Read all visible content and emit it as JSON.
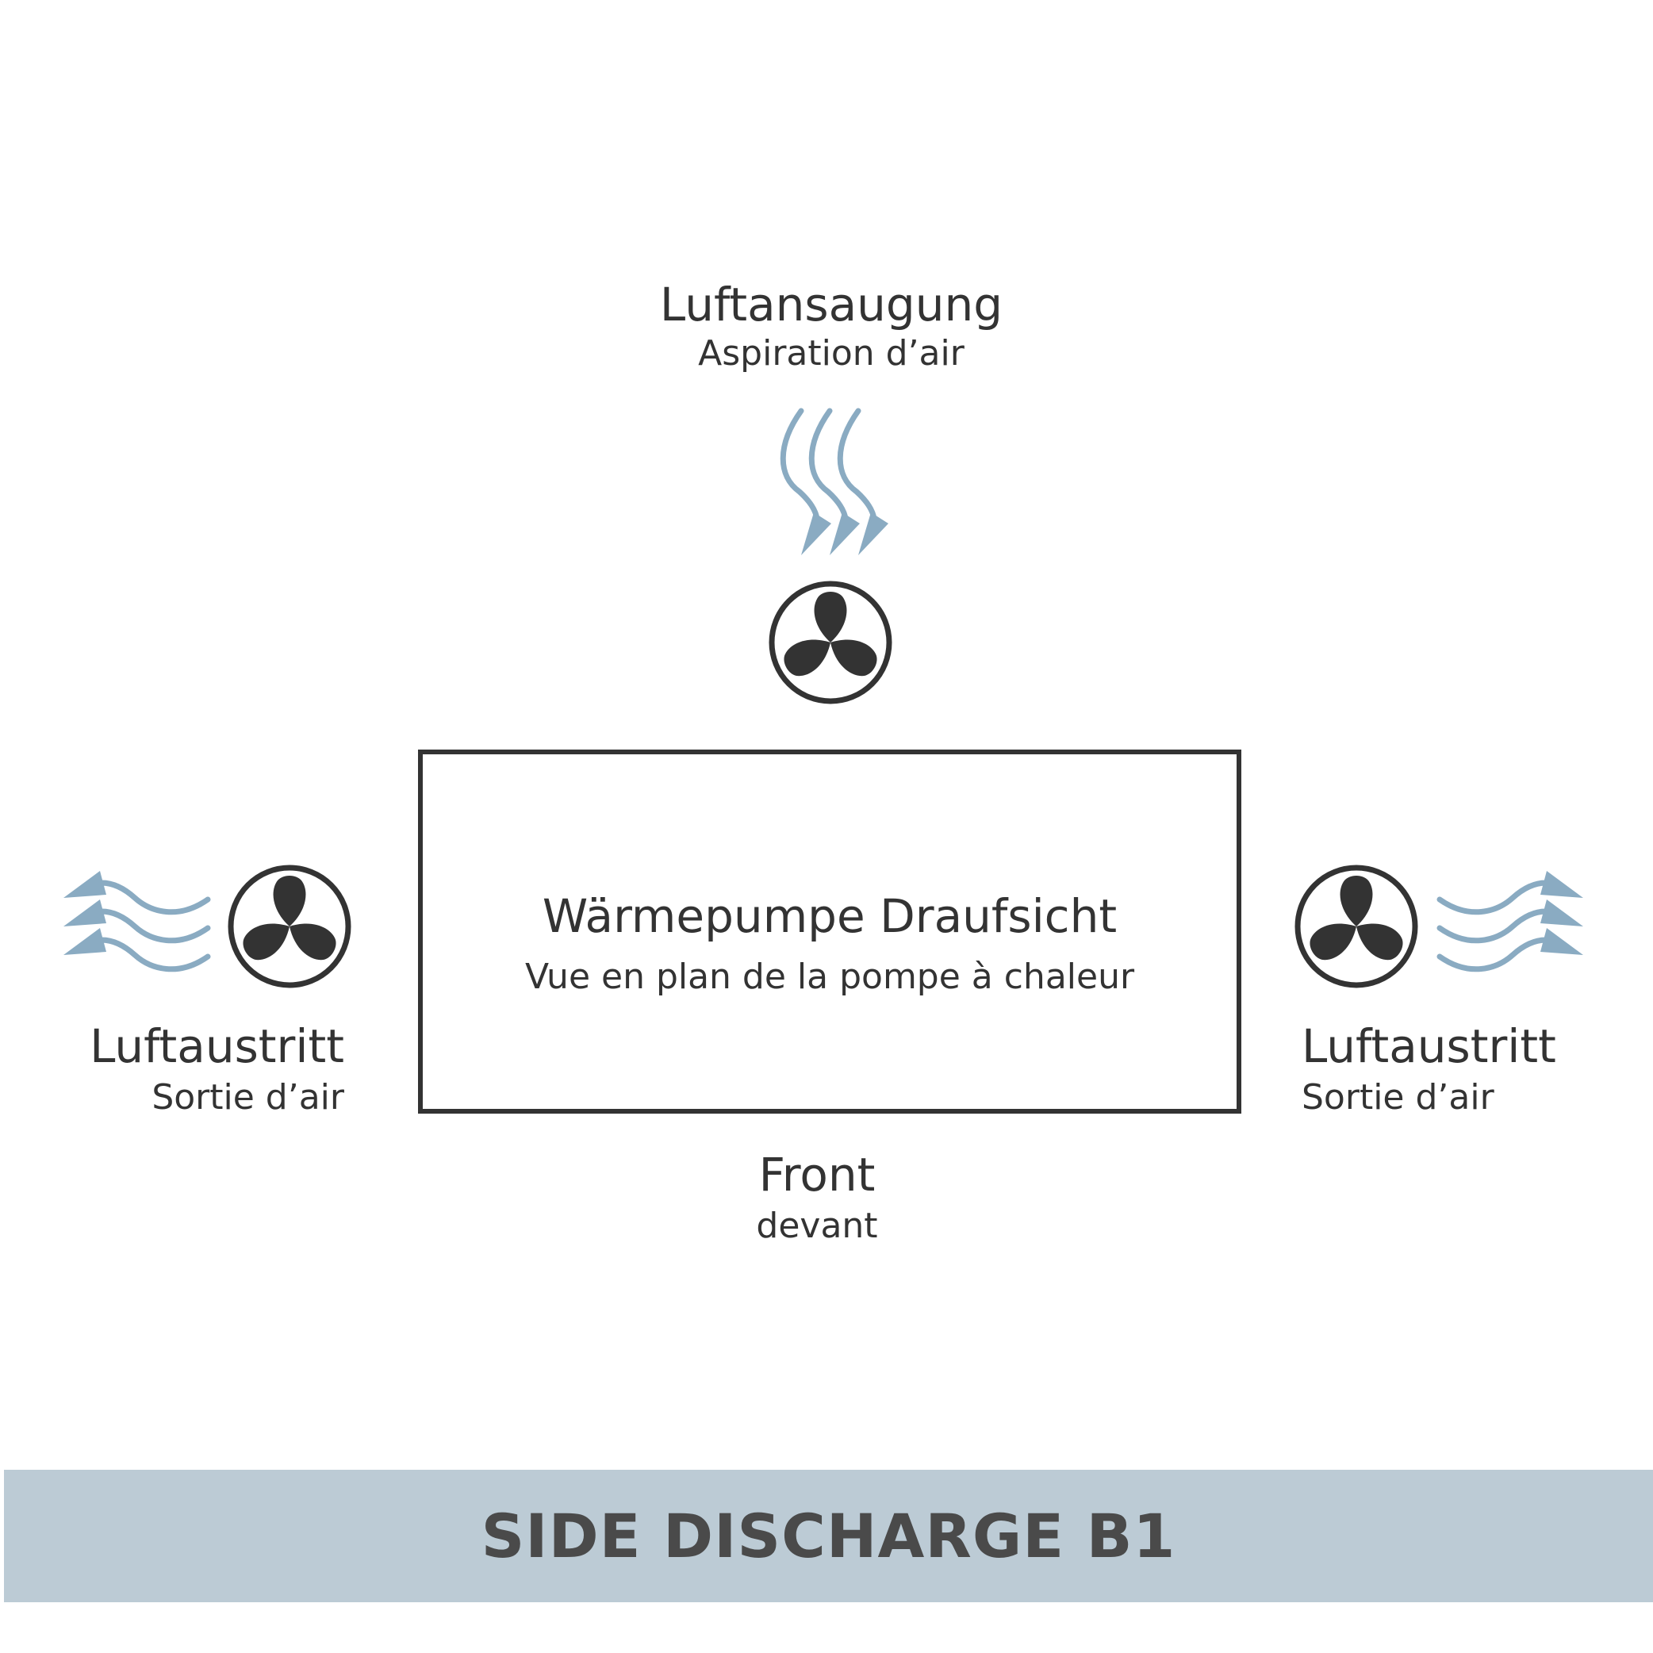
{
  "colors": {
    "text": "#333333",
    "airflow": "#8aabc2",
    "fan": "#333333",
    "banner_bg": "#bccbd5",
    "banner_text": "#4a4a4a",
    "background": "#ffffff"
  },
  "intake": {
    "title": "Luftansaugung",
    "subtitle": "Aspiration d’air",
    "icon": "fan-icon",
    "flow_icon": "airflow-arrows-down-icon"
  },
  "pump": {
    "title": "Wärmepumpe Draufsicht",
    "subtitle": "Vue en plan de la pompe à chaleur"
  },
  "left_outlet": {
    "title": "Luftaustritt",
    "subtitle": "Sortie d’air",
    "icon": "fan-icon",
    "flow_icon": "airflow-arrows-left-icon"
  },
  "right_outlet": {
    "title": "Luftaustritt",
    "subtitle": "Sortie d’air",
    "icon": "fan-icon",
    "flow_icon": "airflow-arrows-right-icon"
  },
  "front": {
    "title": "Front",
    "subtitle": "devant"
  },
  "banner": {
    "label": "SIDE DISCHARGE B1"
  }
}
